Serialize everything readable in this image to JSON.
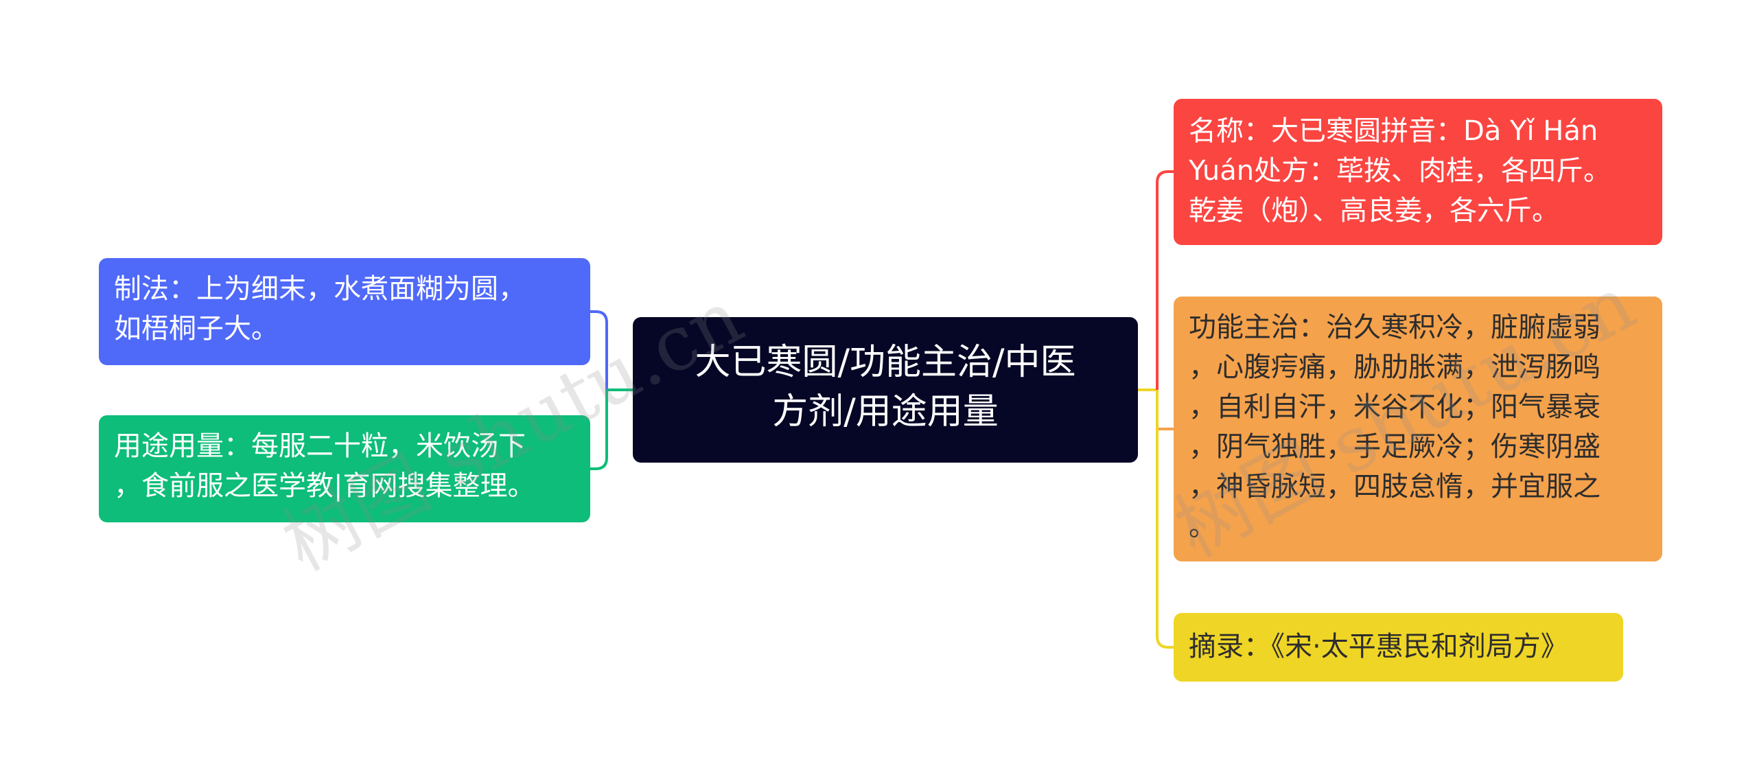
{
  "colors": {
    "center": "#060726",
    "blue": "#4f69f9",
    "green": "#0dbd79",
    "red": "#fb4541",
    "orange": "#f5a24c",
    "yellow": "#efd526"
  },
  "center": {
    "lines": [
      "大已寒圆/功能主治/中医",
      "方剂/用途用量"
    ]
  },
  "left": [
    {
      "lines": [
        "制法：上为细末，水煮面糊为圆，",
        "如梧桐子大。"
      ]
    },
    {
      "lines": [
        "用途用量：每服二十粒，米饮汤下",
        "，食前服之医学教|育网搜集整理。"
      ]
    }
  ],
  "right": [
    {
      "lines": [
        "名称：大已寒圆拼音：Dà Yǐ Hán",
        "Yuán处方：荜拨、肉桂，各四斤。",
        "乾姜（炮）、高良姜，各六斤。"
      ]
    },
    {
      "lines": [
        "功能主治：治久寒积冷，脏腑虚弱",
        "，心腹疞痛，胁肋胀满，泄泻肠鸣",
        "，自利自汗，米谷不化；阳气暴衰",
        "，阴气独胜，手足厥冷；伤寒阴盛",
        "，神昏脉短，四肢怠惰，并宜服之",
        "。"
      ]
    },
    {
      "lines": [
        "摘录：《宋·太平惠民和剂局方》"
      ]
    }
  ],
  "watermark": "树图 shutu.cn"
}
